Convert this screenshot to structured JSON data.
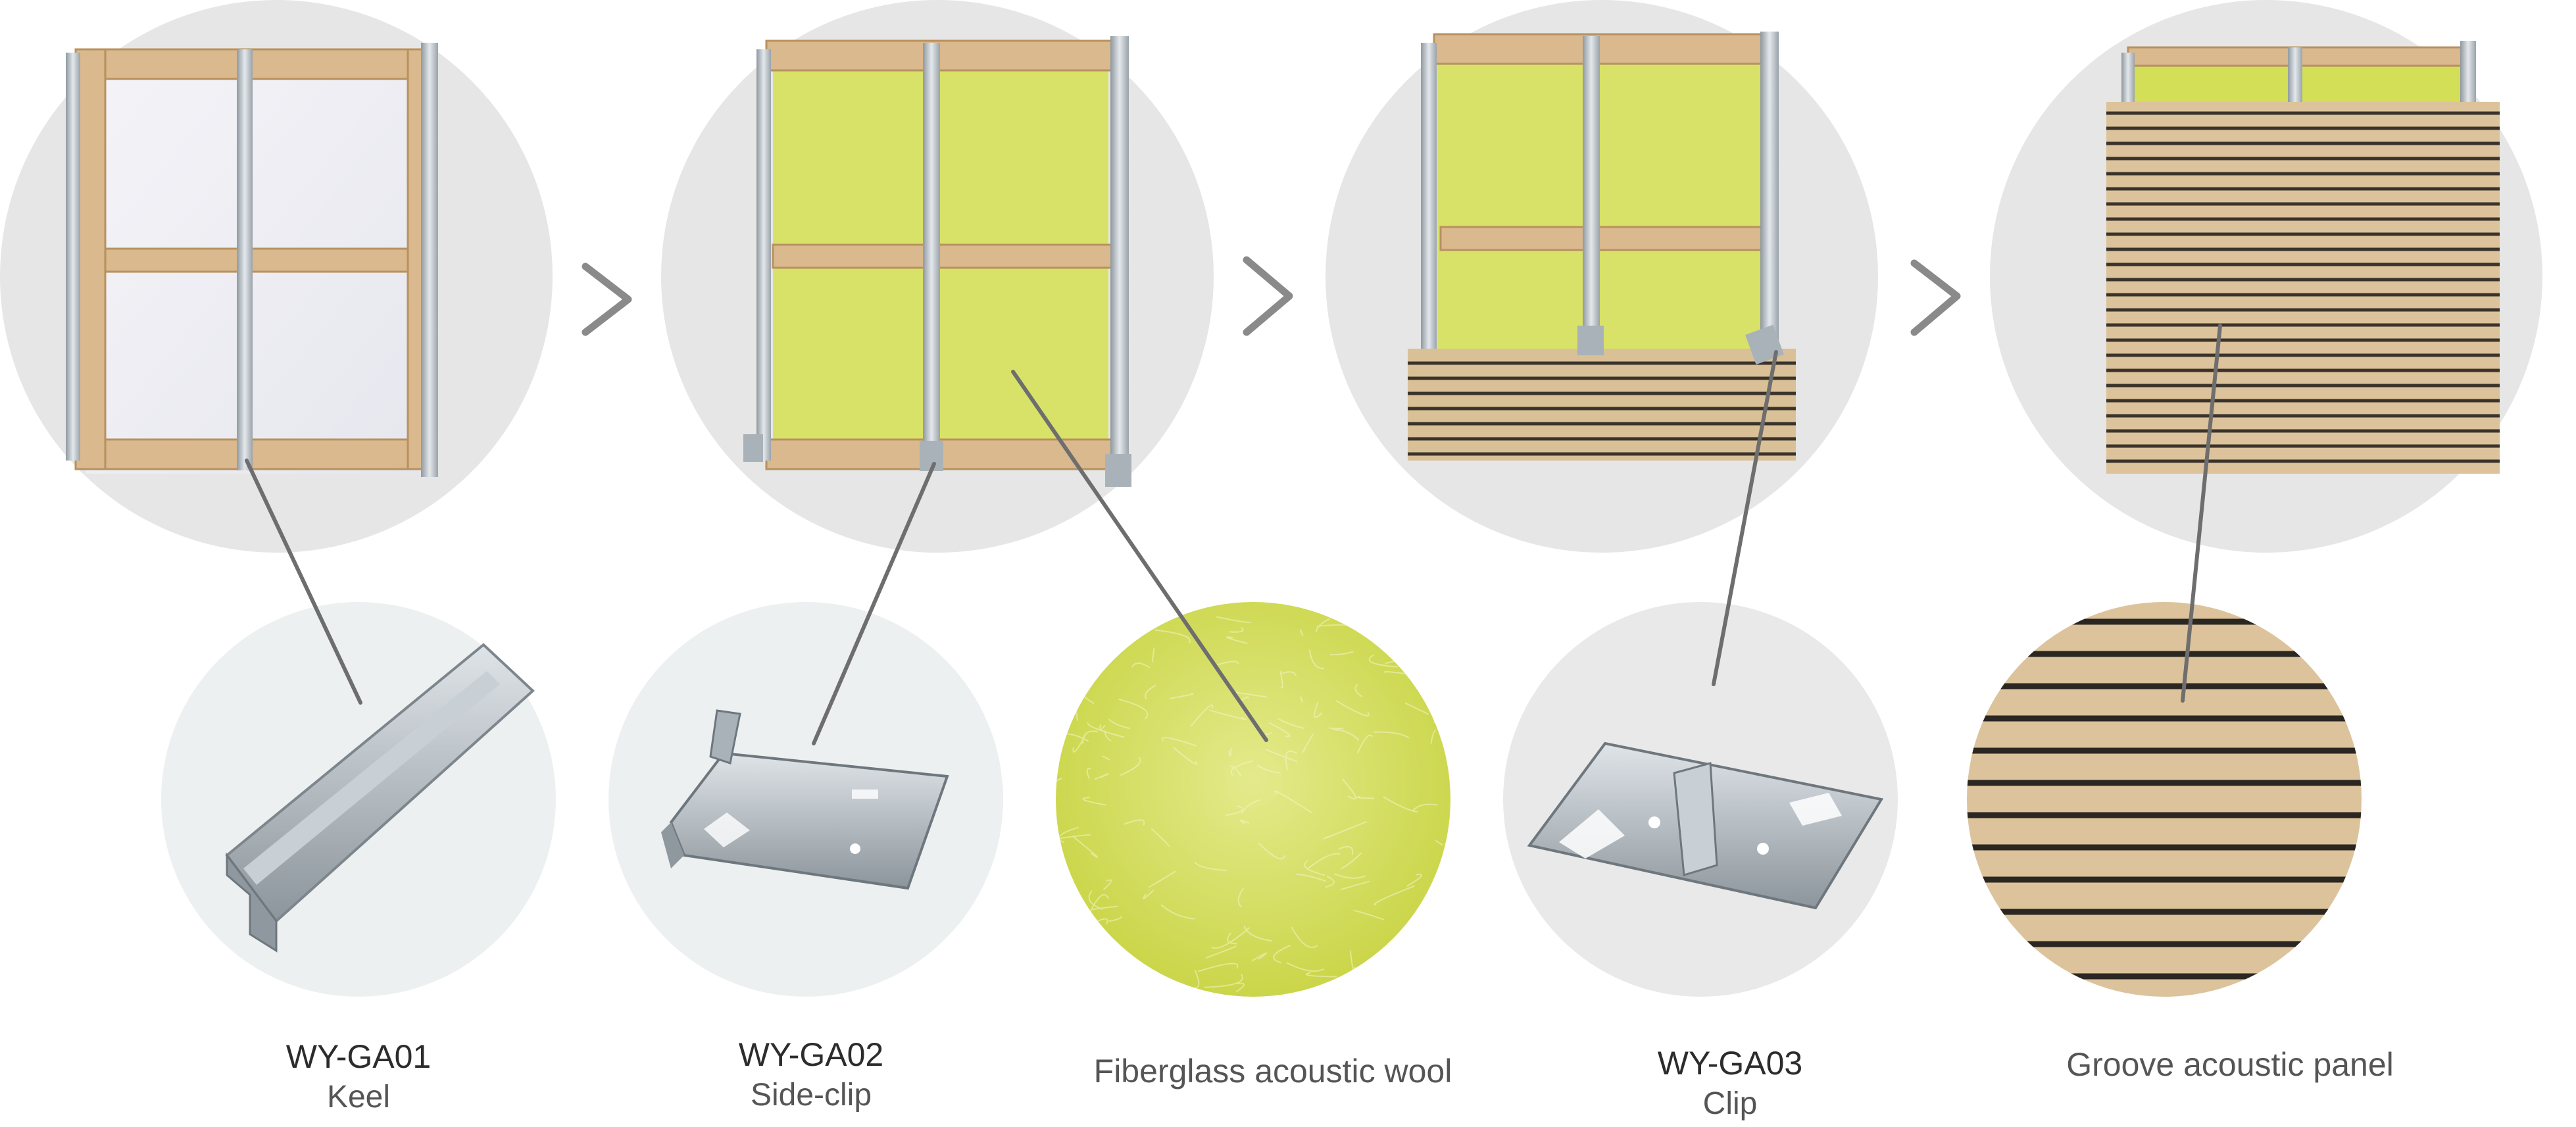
{
  "steps": [
    {
      "id": "step-1",
      "content": "frame-only"
    },
    {
      "id": "step-2",
      "content": "frame-with-wool"
    },
    {
      "id": "step-3",
      "content": "partial-panel"
    },
    {
      "id": "step-4",
      "content": "full-panel"
    }
  ],
  "arrows": [
    "chevron-right-icon",
    "chevron-right-icon",
    "chevron-right-icon"
  ],
  "components": [
    {
      "code": "WY-GA01",
      "name": "Keel",
      "icon": "keel-icon"
    },
    {
      "code": "WY-GA02",
      "name": "Side-clip",
      "icon": "side-clip-icon"
    },
    {
      "code": "",
      "name": "Fiberglass acoustic wool",
      "icon": "wool-texture-icon"
    },
    {
      "code": "WY-GA03",
      "name": "Clip",
      "icon": "clip-icon"
    },
    {
      "code": "",
      "name": "Groove acoustic panel",
      "icon": "groove-panel-icon"
    }
  ],
  "colors": {
    "circle": "#e6e6e6",
    "circle_light": "#edf0f0",
    "wood": "#d8b88c",
    "wood_dark": "#b8915e",
    "aluminium": "#b9c2c8",
    "wool": "#d6e25a",
    "panel": "#d8bf95",
    "groove": "#2a2622",
    "leader": "#6e6e6e",
    "chevron": "#8a8a8a"
  }
}
